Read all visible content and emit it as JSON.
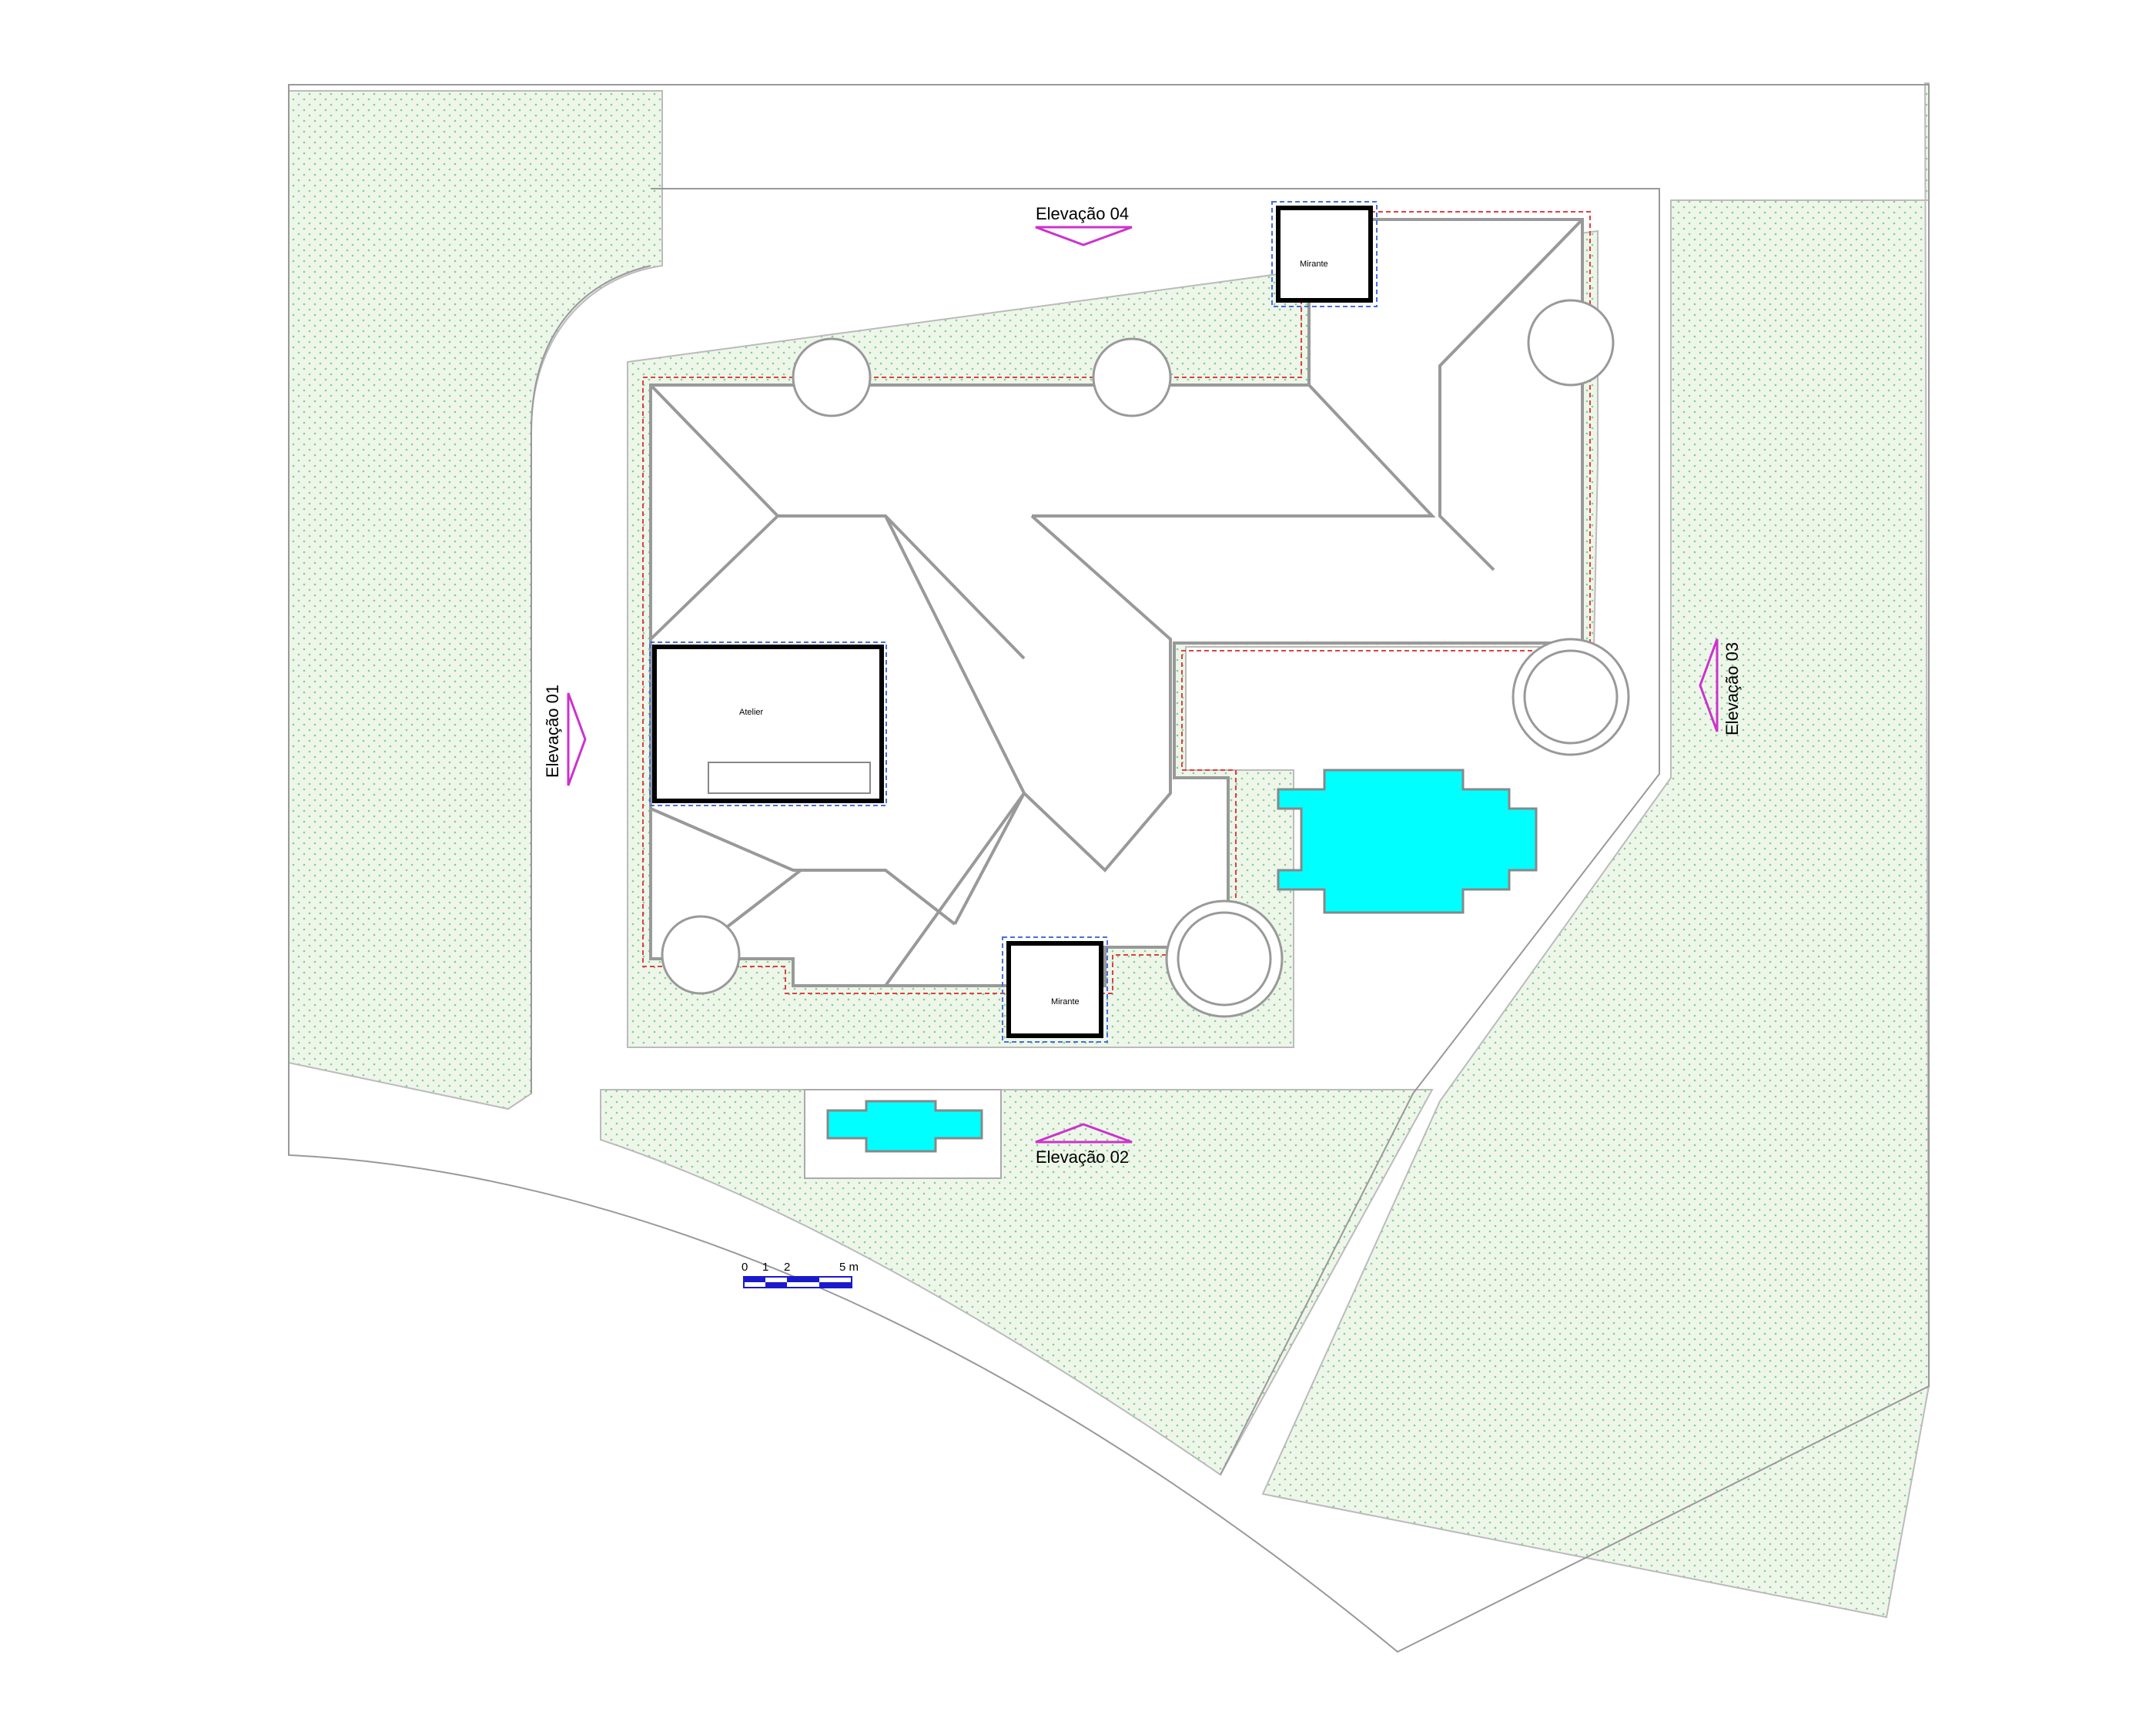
{
  "elevations": {
    "e01": "Elevação 01",
    "e02": "Elevação 02",
    "e03": "Elevação 03",
    "e04": "Elevação 04"
  },
  "rooms": {
    "atelier": "Atelier",
    "mirante_north": "Mirante",
    "mirante_south": "Mirante"
  },
  "scale_bar": {
    "ticks": [
      "0",
      "1",
      "2",
      "5 m"
    ]
  },
  "colors": {
    "lawn_fill": "#eef6ea",
    "lawn_dots": "#7fd18a",
    "pool": "#00ffff",
    "roof_edge": "#999999",
    "elevation_marker": "#cc33cc",
    "scale_bar": "#1a1acc",
    "gutter_line": "#e04040",
    "dashed_outline": "#4a6ee0",
    "wall": "#000000"
  }
}
